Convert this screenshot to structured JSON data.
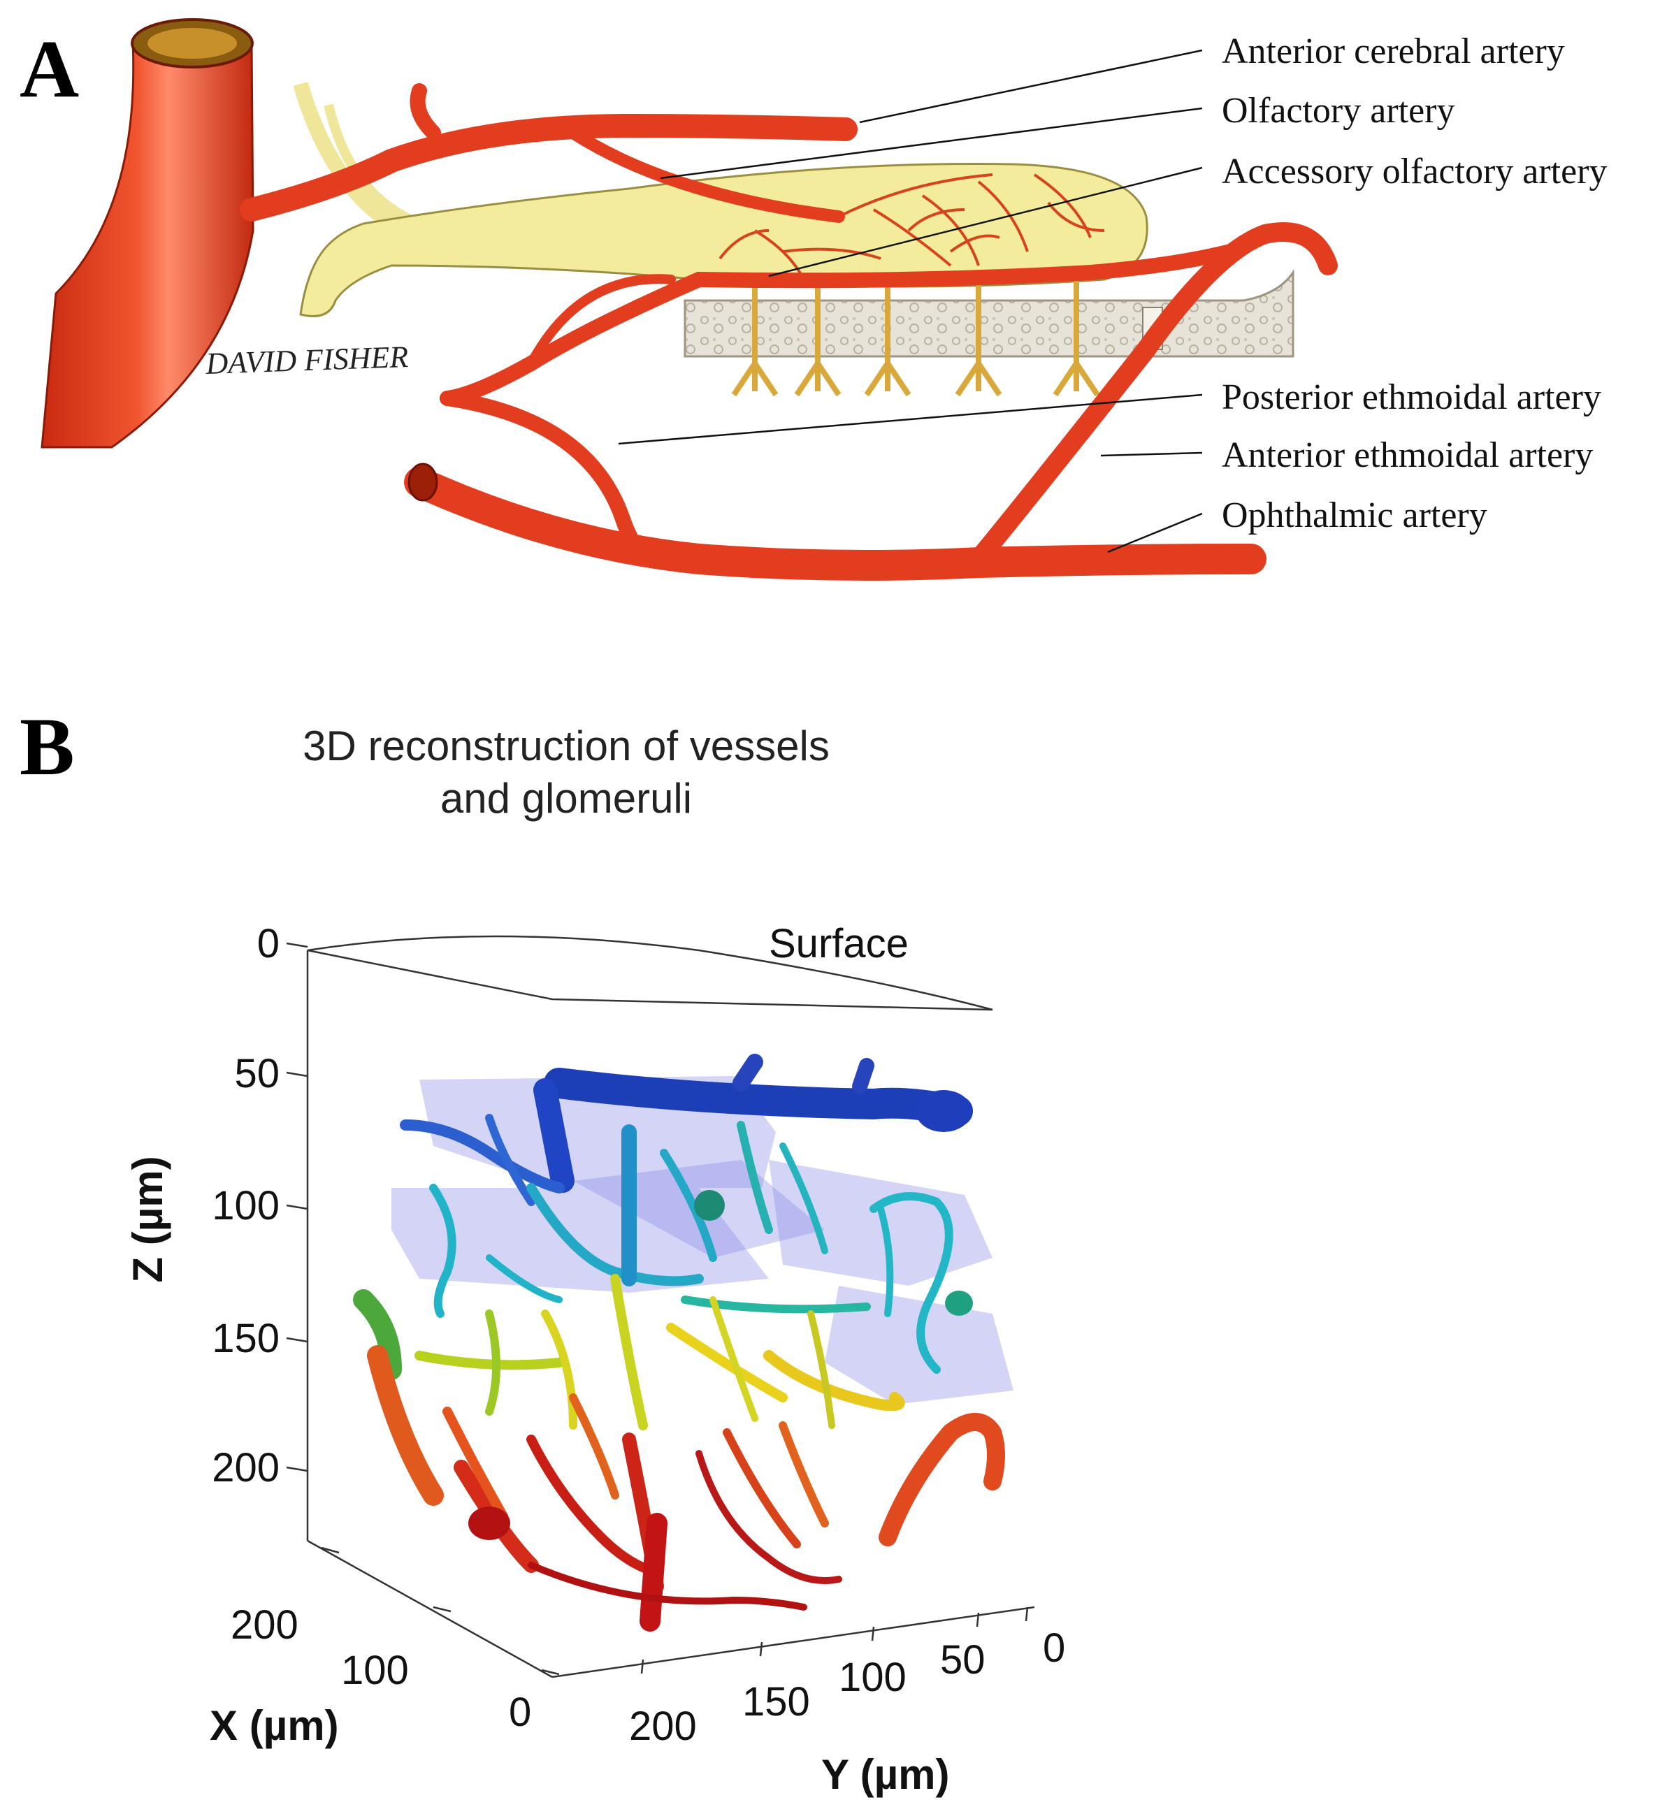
{
  "panel_a": {
    "letter": "A",
    "signature": "DAVID FISHER",
    "callouts": [
      "Anterior cerebral artery",
      "Olfactory artery",
      "Accessory olfactory artery",
      "Posterior ethmoidal artery",
      "Anterior ethmoidal artery",
      "Ophthalmic artery"
    ],
    "colors": {
      "artery": "#e23d1e",
      "artery_dark": "#b8280f",
      "bulb": "#f3ec9c",
      "bulb_outline": "#9a8f40",
      "bone": "#e6e1d6"
    }
  },
  "panel_b": {
    "letter": "B",
    "title_line1": "3D reconstruction of vessels",
    "title_line2": "and glomeruli",
    "surface_label": "Surface",
    "z_axis": {
      "label": "Z (µm)",
      "ticks": [
        "0",
        "50",
        "100",
        "150",
        "200"
      ]
    },
    "x_axis": {
      "label": "X (µm)",
      "ticks": [
        "200",
        "100",
        "0"
      ]
    },
    "y_axis": {
      "label": "Y (µm)",
      "ticks": [
        "200",
        "150",
        "100",
        "50",
        "0"
      ]
    },
    "colors": {
      "glomeruli": "#8c8ee8",
      "deep": "#c41212",
      "mid": "#e8d21c",
      "upper": "#21b3c8",
      "top": "#1c3fb8"
    }
  }
}
